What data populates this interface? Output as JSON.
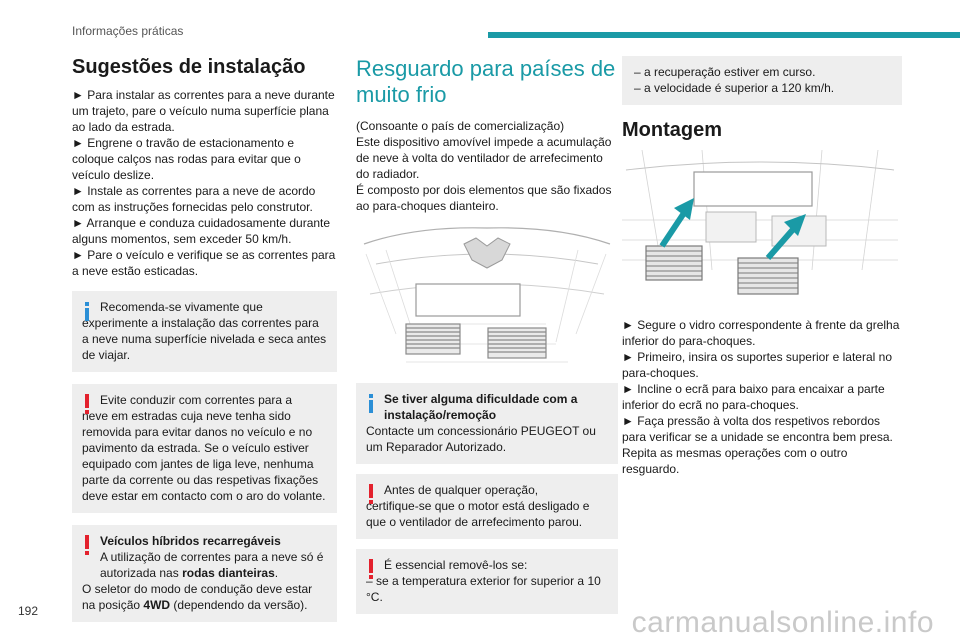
{
  "header": {
    "section": "Informações práticas"
  },
  "page_number": "192",
  "watermark": "carmanualsonline.info",
  "col1": {
    "title": "Sugestões de instalação",
    "steps": [
      "► Para instalar as correntes para a neve durante um trajeto, pare o veículo numa superfície plana ao lado da estrada.",
      "► Engrene o travão de estacionamento e coloque calços nas rodas para evitar que o veículo deslize.",
      "► Instale as correntes para a neve de acordo com as instruções fornecidas pelo construtor.",
      "► Arranque e conduza cuidadosamente durante alguns momentos, sem exceder 50 km/h.",
      "► Pare o veículo e verifique se as correntes para a neve estão esticadas."
    ],
    "info_box": {
      "first": "Recomenda-se vivamente que",
      "rest": "experimente a instalação das correntes para a neve numa superfície nivelada e seca antes de viajar."
    },
    "warning_box1": {
      "first": "Evite conduzir com correntes para a",
      "rest": "neve em estradas cuja neve tenha sido removida para evitar danos no veículo e no pavimento da estrada. Se o veículo estiver equipado com jantes de liga leve, nenhuma parte da corrente ou das respetivas fixações deve estar em contacto com o aro do volante."
    },
    "warning_box2": {
      "title": "Veículos híbridos recarregáveis",
      "line_a": "A utilização de correntes para a neve só é autorizada nas ",
      "line_a_bold": "rodas dianteiras",
      "line_a_end": ".",
      "line_b": "O seletor do modo de condução deve estar na posição ",
      "line_b_bold": "4WD",
      "line_b_end": " (dependendo da versão)."
    }
  },
  "col2": {
    "title": "Resguardo para países de muito frio",
    "paragraph1": "(Consoante o país de comercialização)",
    "paragraph2": "Este dispositivo amovível impede a acumulação de neve à volta do ventilador de arrefecimento do radiador.",
    "paragraph3": "É composto por dois elementos que são fixados ao para-choques dianteiro.",
    "info_box": {
      "title_a": "Se tiver alguma dificuldade com a",
      "title_b": "instalação/remoção",
      "text": "Contacte um concessionário PEUGEOT ou um Reparador Autorizado."
    },
    "warning_box1": {
      "first": "Antes de qualquer operação,",
      "rest": "certifique-se que o motor está desligado e que o ventilador de arrefecimento parou."
    },
    "warning_box2": {
      "first": "É essencial removê-los se:",
      "rest": "– se a temperatura exterior for superior a 10 °C."
    }
  },
  "col3": {
    "top_box": {
      "line1": "– a recuperação estiver em curso.",
      "line2": "– a velocidade é superior a 120 km/h."
    },
    "title": "Montagem",
    "steps": [
      "► Segure o vidro correspondente à frente da grelha inferior do para-choques.",
      "► Primeiro, insira os suportes superior e lateral no para-choques.",
      "► Incline o ecrã para baixo para encaixar a parte inferior do ecrã no para-choques.",
      "► Faça pressão à volta dos respetivos rebordos para verificar se a unidade se encontra bem presa.",
      "Repita as mesmas operações com o outro resguardo."
    ]
  },
  "colors": {
    "accent": "#1a9aa6",
    "info": "#2b8fd6",
    "warning": "#e3212d",
    "box_bg": "#eeeeee"
  },
  "icons": [
    "info-icon",
    "warning-icon",
    "arrow-icon"
  ]
}
